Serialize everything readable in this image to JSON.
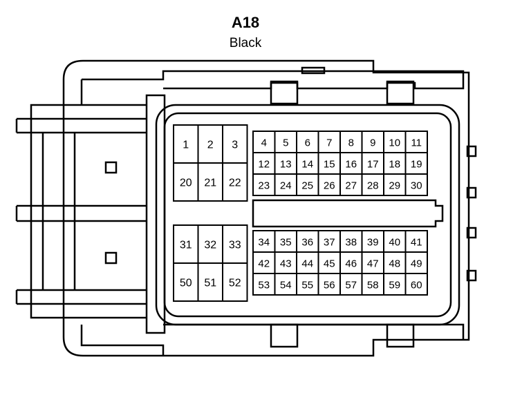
{
  "connector": {
    "id": "A18",
    "color": "Black"
  },
  "pins": {
    "left_upper": [
      [
        "1",
        "2",
        "3"
      ],
      [
        "20",
        "21",
        "22"
      ]
    ],
    "left_lower": [
      [
        "31",
        "32",
        "33"
      ],
      [
        "50",
        "51",
        "52"
      ]
    ],
    "right_upper": [
      [
        "4",
        "5",
        "6",
        "7",
        "8",
        "9",
        "10",
        "11"
      ],
      [
        "12",
        "13",
        "14",
        "15",
        "16",
        "17",
        "18",
        "19"
      ],
      [
        "23",
        "24",
        "25",
        "26",
        "27",
        "28",
        "29",
        "30"
      ]
    ],
    "right_lower": [
      [
        "34",
        "35",
        "36",
        "37",
        "38",
        "39",
        "40",
        "41"
      ],
      [
        "42",
        "43",
        "44",
        "45",
        "46",
        "47",
        "48",
        "49"
      ],
      [
        "53",
        "54",
        "55",
        "56",
        "57",
        "58",
        "59",
        "60"
      ]
    ]
  }
}
